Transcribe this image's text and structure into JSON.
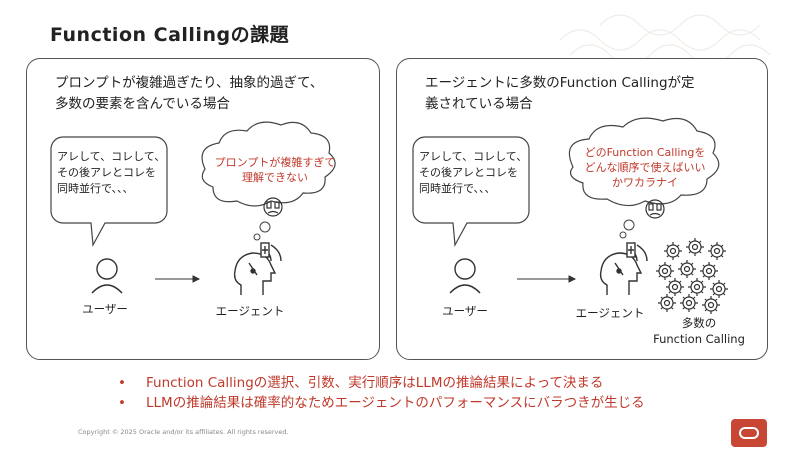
{
  "title": "Function Callingの課題",
  "left_panel": {
    "heading_line1": "プロンプトが複雑過ぎたり、抽象的過ぎて、",
    "heading_line2": "多数の要素を含んでいる場合",
    "speech_lines": [
      "アレして、コレして、",
      "その後アレとコレを",
      "同時並行で、、、"
    ],
    "thought_lines": [
      "プロンプトが複雑すぎて",
      "理解できない"
    ],
    "user_label": "ユーザー",
    "agent_label": "エージェント"
  },
  "right_panel": {
    "heading_line1": "エージェントに多数のFunction Callingが定",
    "heading_line2": "義されている場合",
    "speech_lines": [
      "アレして、コレして、",
      "その後アレとコレを",
      "同時並行で、、、"
    ],
    "thought_lines": [
      "どのFunction Callingを",
      "どんな順序で使えばいい",
      "かワカラナイ"
    ],
    "user_label": "ユーザー",
    "agent_label": "エージェント",
    "functions_label_line1": "多数の",
    "functions_label_line2": "Function Calling"
  },
  "bullets": [
    "Function Callingの選択、引数、実行順序はLLMの推論結果によって決まる",
    "LLMの推論結果は確率的なためエージェントのパフォーマンスにバラつきが生じる"
  ],
  "bullet_symbol": "•",
  "copyright": "Copyright © 2025 Oracle and/or its affiliates. All rights reserved.",
  "colors": {
    "accent": "#c0392b",
    "logo": "#c74634",
    "border": "#555555"
  }
}
